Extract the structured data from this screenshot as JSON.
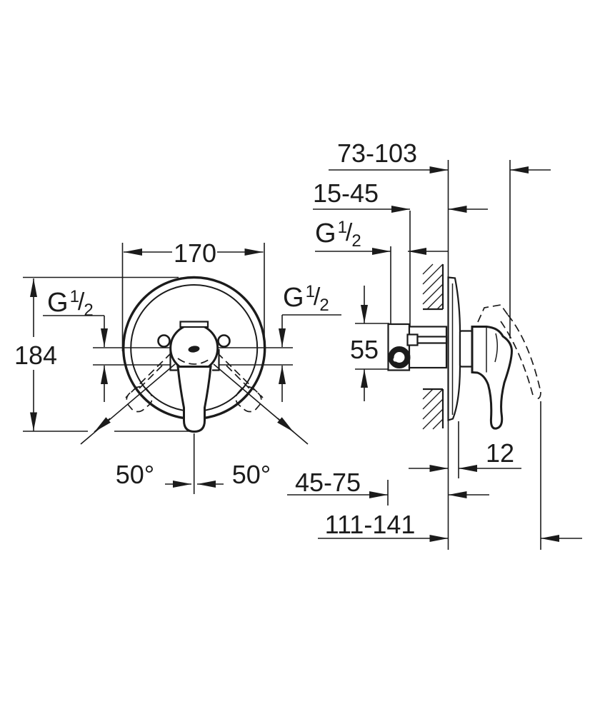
{
  "drawing": {
    "title": "concealed-shower-mixer-installation-dimensions",
    "colors": {
      "line": "#1b1b1b",
      "background": "#ffffff"
    },
    "thread_label": {
      "g": "G",
      "sup": "1",
      "slash": "/",
      "sub": "2"
    },
    "front_view": {
      "plate_diameter": "170",
      "overall_height": "184",
      "swivel_angle_left": "50°",
      "swivel_angle_right": "50°"
    },
    "side_view": {
      "wall_to_handle_range": "73-103",
      "plaster_depth_range": "15-45",
      "body_height": "55",
      "plate_thickness": "12",
      "body_depth_range": "45-75",
      "total_depth_range": "111-141"
    }
  }
}
